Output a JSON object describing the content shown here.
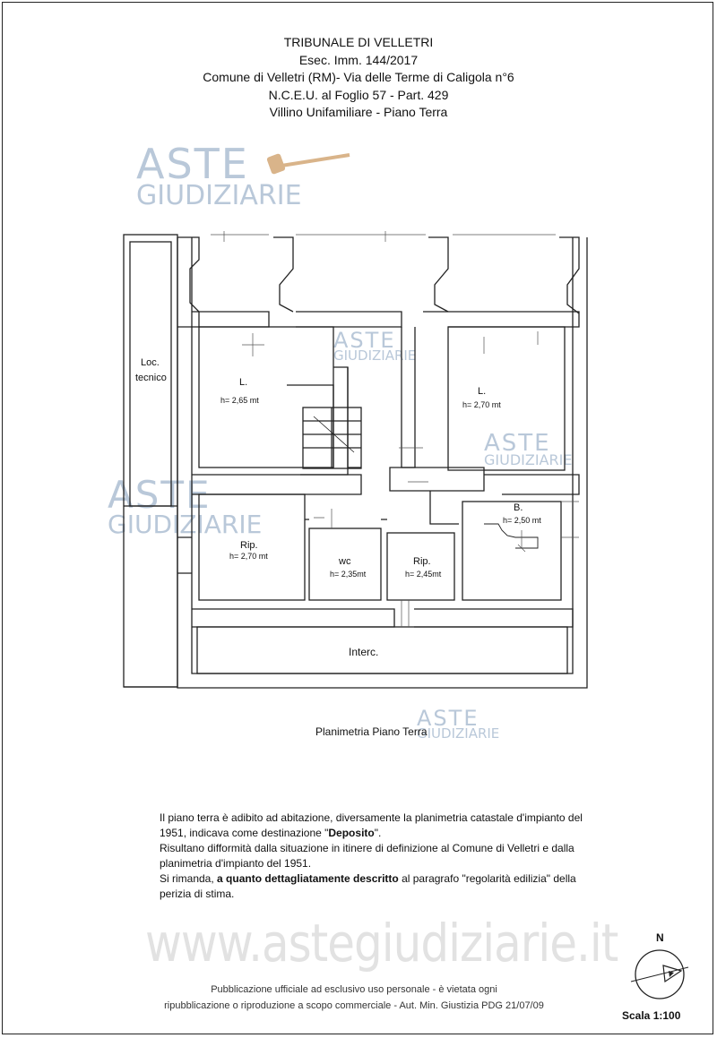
{
  "header": {
    "line1": "TRIBUNALE DI VELLETRI",
    "line2": "Esec. Imm. 144/2017",
    "line3": "Comune di Velletri (RM)- Via delle Terme di Caligola n°6",
    "line4": "N.C.E.U. al Foglio 57 - Part. 429",
    "line5": "Villino Unifamiliare - Piano Terra"
  },
  "watermark": {
    "word1": "ASTE",
    "word2": "GIUDIZIARIE"
  },
  "rooms": {
    "loc_line1": "Loc.",
    "loc_line2": "tecnico",
    "living_left": "L.",
    "living_left_h": "h= 2,65 mt",
    "living_right": "L.",
    "living_right_h": "h= 2,70 mt",
    "bath": "B.",
    "bath_h": "h= 2,50 mt",
    "rip_left": "Rip.",
    "rip_left_h": "h= 2,70 mt",
    "wc": "wc",
    "wc_h": "h= 2,35mt",
    "rip_mid": "Rip.",
    "rip_mid_h": "h= 2,45mt",
    "interc": "Interc."
  },
  "plan_caption": "Planimetria Piano Terra",
  "note": {
    "p1_a": "Il piano terra è adibito ad abitazione, diversamente la planimetria catastale d'impianto del 1951, indicava come destinazione \"",
    "p1_b": "Deposito",
    "p1_c": "\".",
    "p2": "Risultano difformità dalla situazione in itinere di definizione al Comune di Velletri e dalla planimetria d'impianto del 1951.",
    "p3_a": "Si rimanda, ",
    "p3_b": "a quanto dettagliatamente descritto",
    "p3_c": " al paragrafo \"regolarità edilizia\" della perizia di stima."
  },
  "site_url": "www.astegiudiziarie.it",
  "footer": {
    "line1": "Pubblicazione ufficiale ad esclusivo uso personale - è vietata ogni",
    "line2": "ripubblicazione o riproduzione a scopo commerciale - Aut. Min. Giustizia PDG 21/07/09"
  },
  "north_label": "N",
  "scale_label": "Scala 1:100"
}
